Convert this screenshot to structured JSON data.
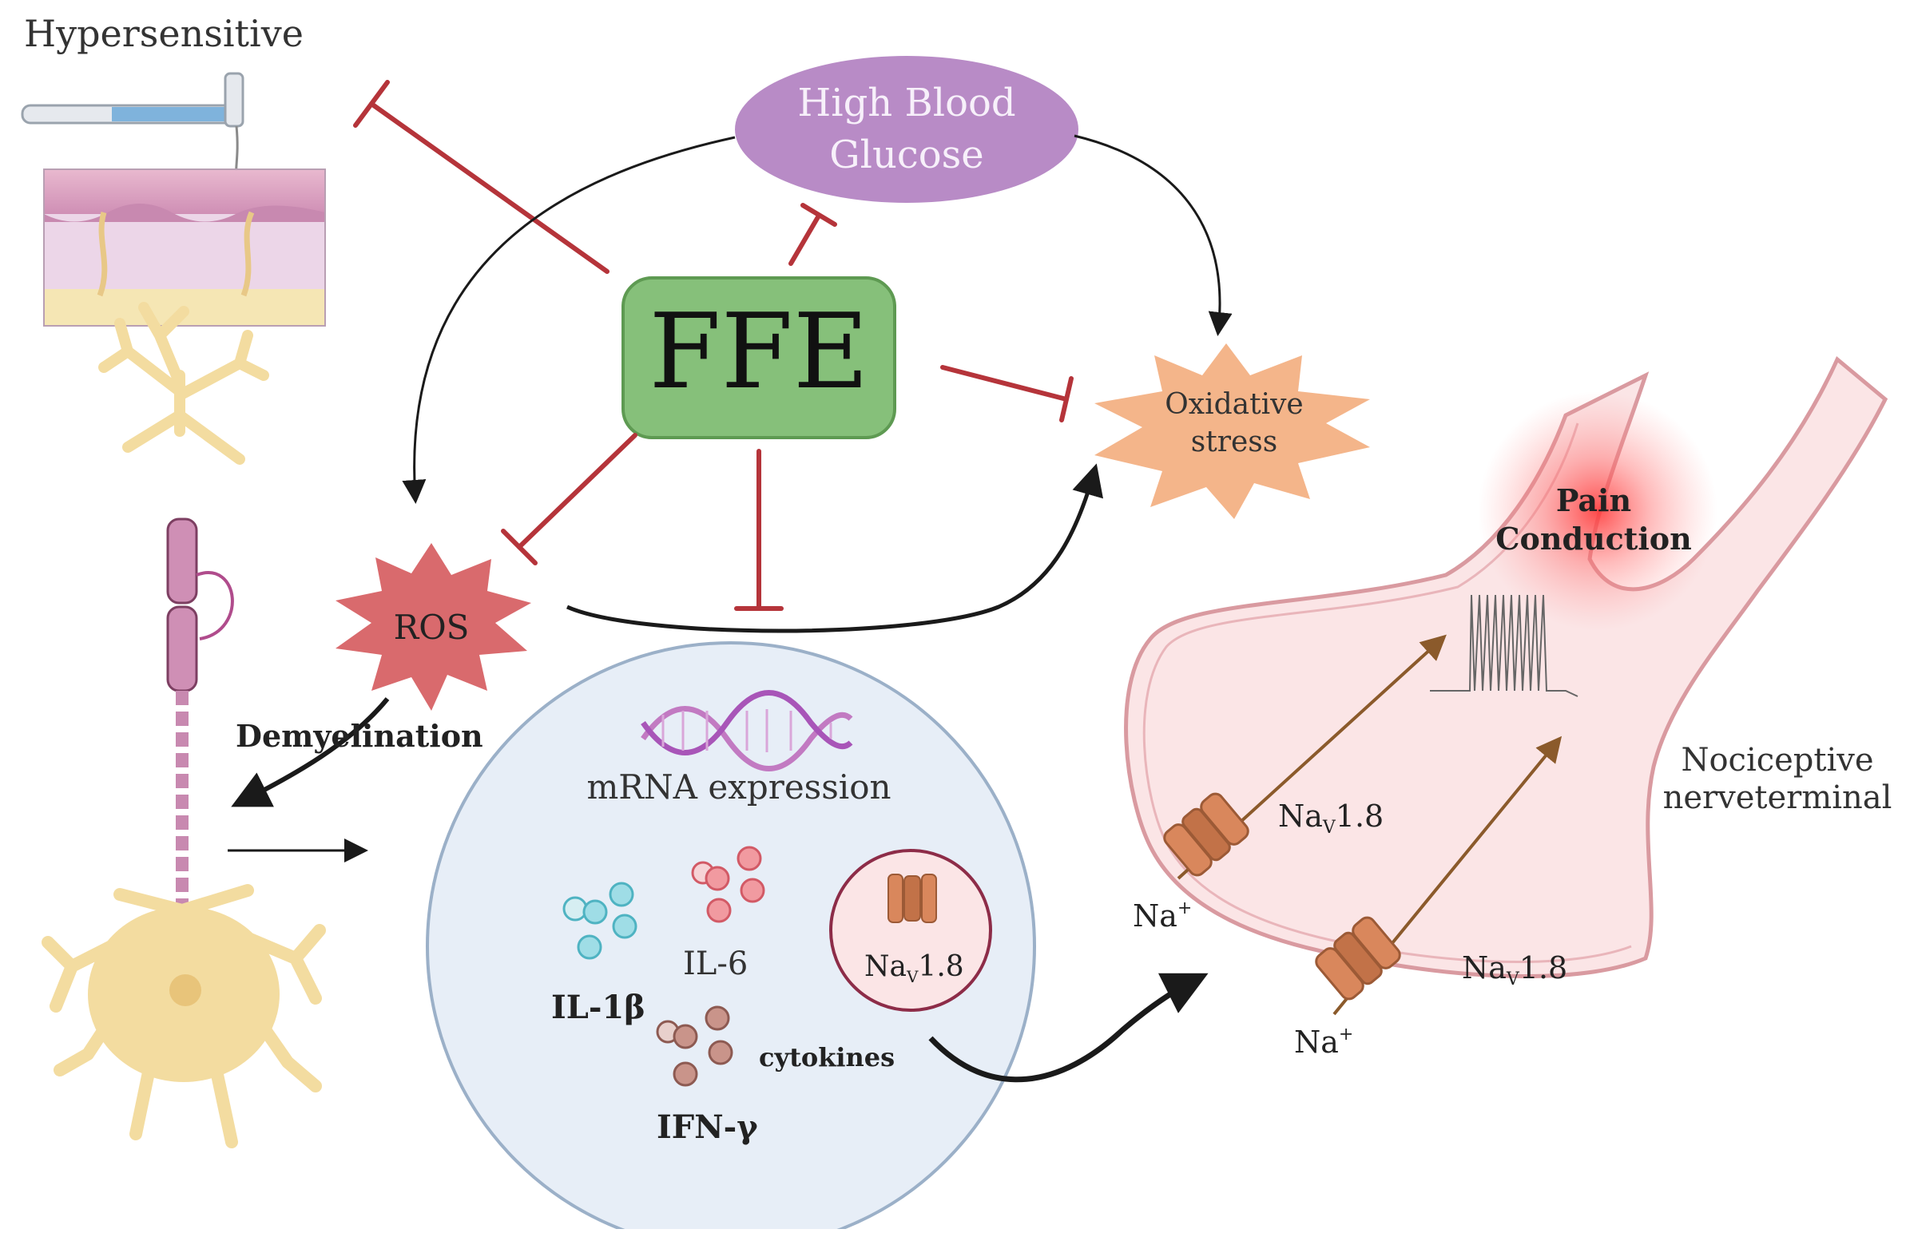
{
  "labels": {
    "hypersensitive": "Hypersensitive",
    "high_blood_line1": "High Blood",
    "high_blood_line2": "Glucose",
    "ffe": "FFE",
    "oxidative_line1": "Oxidative",
    "oxidative_line2": "stress",
    "ros": "ROS",
    "demyelination": "Demyelination",
    "mrna_expression": "mRNA expression",
    "il1b": "IL-1β",
    "il6": "IL-6",
    "ifng": "IFN-γ",
    "cytokines": "cytokines",
    "nav_base": "Na",
    "nav_sub": "V",
    "nav_suffix": "1.8",
    "na_ion": "Na",
    "na_charge": "+",
    "pain_line1": "Pain",
    "pain_line2": "Conduction",
    "nociceptive_line1": "Nociceptive",
    "nociceptive_line2": "nerveterminal"
  },
  "colors": {
    "inhibit": "#b5343a",
    "arrow": "#1a1a1a",
    "ffe_fill": "#86c07a",
    "ffe_stroke": "#5e9a52",
    "glucose_fill": "#b88bc6",
    "oxidative_fill": "#f4b58a",
    "ros_fill": "#d96a6d",
    "cell_fill": "#e7eef7",
    "cell_stroke": "#9bb0c8",
    "nerve_fill": "#fbe5e6",
    "nerve_stroke": "#d99aa0",
    "channel_fill": "#d9875c",
    "neuron_fill": "#f3dca0"
  }
}
